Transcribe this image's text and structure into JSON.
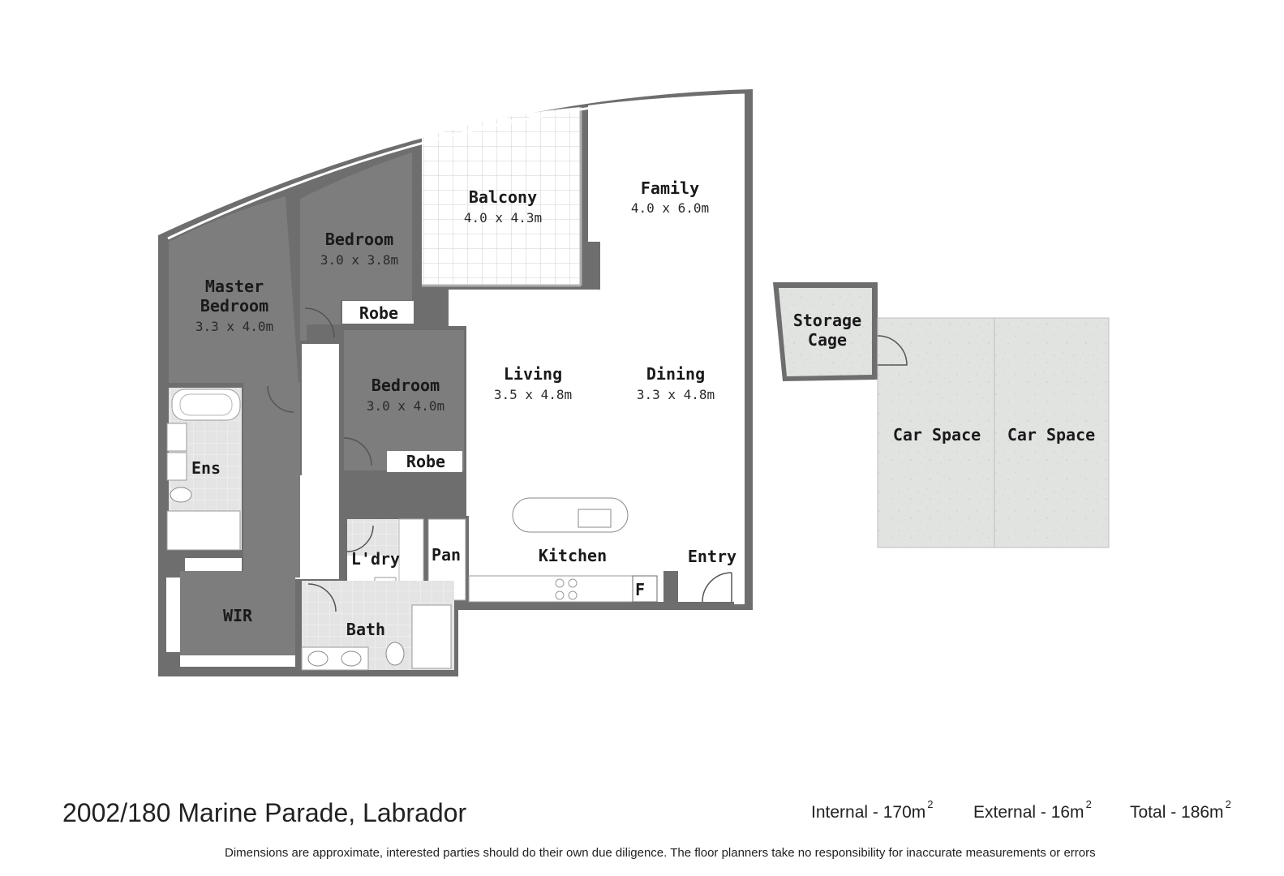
{
  "rooms": {
    "balcony": {
      "name": "Balcony",
      "dims": "4.0 x 4.3m"
    },
    "family": {
      "name": "Family",
      "dims": "4.0 x 6.0m"
    },
    "bedroom2": {
      "name": "Bedroom",
      "dims": "3.0 x 3.8m"
    },
    "master_line1": "Master",
    "master_line2": "Bedroom",
    "master_dims": "3.3 x 4.0m",
    "robe1": "Robe",
    "bedroom3": {
      "name": "Bedroom",
      "dims": "3.0 x 4.0m"
    },
    "robe2": "Robe",
    "living": {
      "name": "Living",
      "dims": "3.5 x 4.8m"
    },
    "dining": {
      "name": "Dining",
      "dims": "3.3 x 4.8m"
    },
    "ensuite": "Ens",
    "laundry": "L'dry",
    "pantry": "Pan",
    "kitchen": "Kitchen",
    "entry": "Entry",
    "fridge": "F",
    "wir": "WIR",
    "bath": "Bath",
    "storage_line1": "Storage",
    "storage_line2": "Cage",
    "car_space_1": "Car Space",
    "car_space_2": "Car Space"
  },
  "footer": {
    "address": "2002/180 Marine Parade, Labrador",
    "internal": "Internal - 170m",
    "external": "External - 16m",
    "total": "Total - 186m",
    "sup": "2",
    "disclaimer": "Dimensions are approximate, interested parties should do their own due diligence. The floor planners take no responsibility for inaccurate measurements or errors"
  },
  "colors": {
    "wall": "#6e6e6e",
    "bedroom_fill": "#7d7d7d",
    "tile": "#e3e3e3",
    "car_fill": "#e1e3e1"
  }
}
